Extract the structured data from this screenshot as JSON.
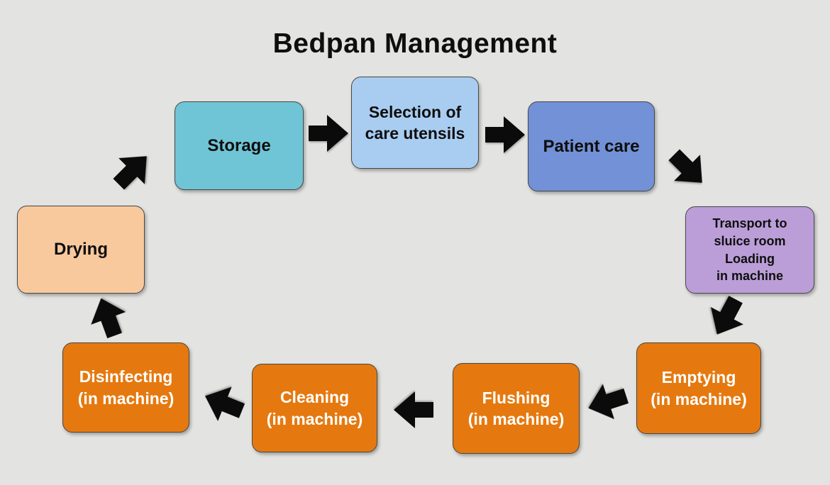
{
  "title": "Bedpan Management",
  "colors": {
    "background": "#e3e3e1",
    "arrow": "#0b0b0b",
    "teal": "#6fc5d6",
    "light_blue": "#a9cdf0",
    "blue": "#7291d6",
    "purple": "#bb9ed8",
    "orange": "#e5790f",
    "peach": "#f9c99e",
    "text_dark": "#0e0e0e",
    "text_light": "#ffffff"
  },
  "diagram": {
    "nodes": [
      {
        "id": "storage",
        "lines": [
          "Storage"
        ],
        "fill_color_name": "teal"
      },
      {
        "id": "selection-of-care-utensils",
        "lines": [
          "Selection of",
          "care utensils"
        ],
        "fill_color_name": "light_blue"
      },
      {
        "id": "patient-care",
        "lines": [
          "Patient care"
        ],
        "fill_color_name": "blue"
      },
      {
        "id": "transport-loading",
        "lines": [
          "Transport to",
          "sluice room",
          "Loading",
          "in machine"
        ],
        "fill_color_name": "purple"
      },
      {
        "id": "emptying",
        "lines": [
          "Emptying",
          "(in machine)"
        ],
        "fill_color_name": "orange"
      },
      {
        "id": "flushing",
        "lines": [
          "Flushing",
          "(in machine)"
        ],
        "fill_color_name": "orange"
      },
      {
        "id": "cleaning",
        "lines": [
          "Cleaning",
          "(in machine)"
        ],
        "fill_color_name": "orange"
      },
      {
        "id": "disinfecting",
        "lines": [
          "Disinfecting",
          "(in machine)"
        ],
        "fill_color_name": "orange"
      },
      {
        "id": "drying",
        "lines": [
          "Drying"
        ],
        "fill_color_name": "peach"
      }
    ],
    "arrows": [
      {
        "from": "Storage",
        "to": "Selection of care utensils"
      },
      {
        "from": "Selection of care utensils",
        "to": "Patient care"
      },
      {
        "from": "Patient care",
        "to": "Transport to sluice room / Loading in machine"
      },
      {
        "from": "Transport to sluice room / Loading in machine",
        "to": "Emptying (in machine)"
      },
      {
        "from": "Emptying (in machine)",
        "to": "Flushing (in machine)"
      },
      {
        "from": "Flushing (in machine)",
        "to": "Cleaning (in machine)"
      },
      {
        "from": "Cleaning (in machine)",
        "to": "Disinfecting (in machine)"
      },
      {
        "from": "Disinfecting (in machine)",
        "to": "Drying"
      },
      {
        "from": "Drying",
        "to": "Storage"
      }
    ]
  }
}
